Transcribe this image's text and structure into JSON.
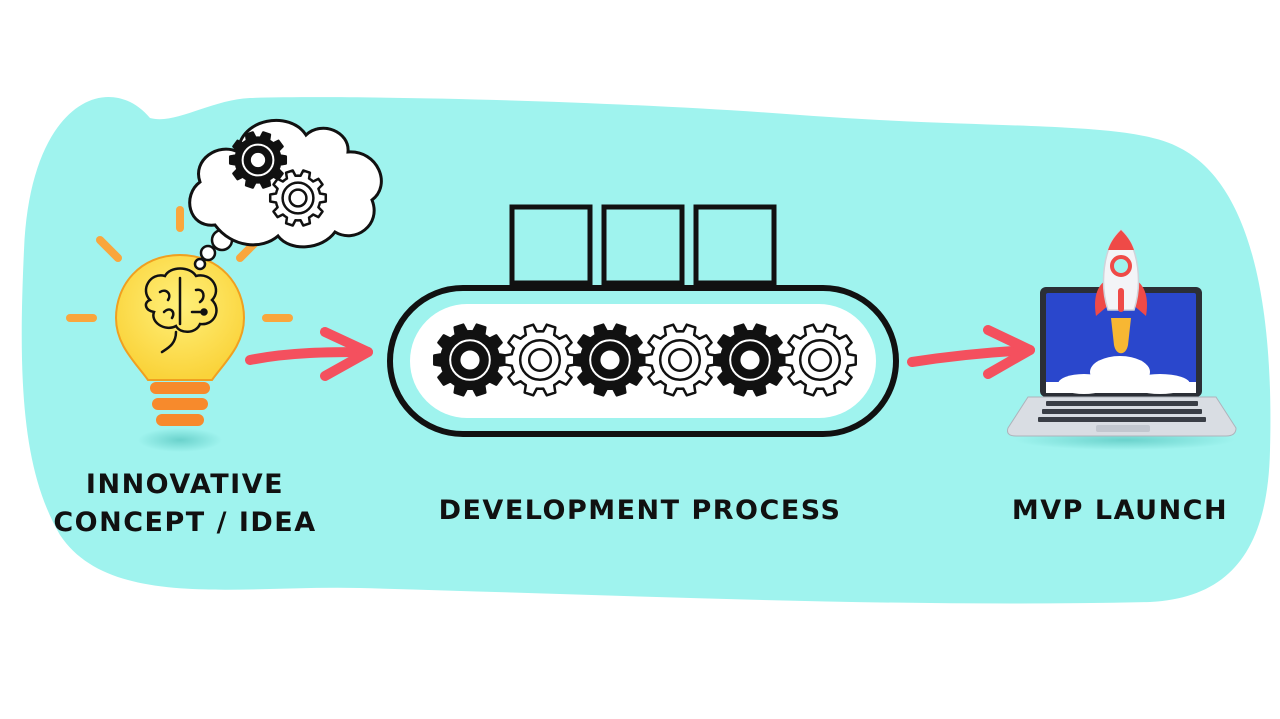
{
  "steps": [
    {
      "id": "idea",
      "label_lines": [
        "INNOVATIVE",
        "CONCEPT / IDEA"
      ],
      "icon": "lightbulb-brain-icon"
    },
    {
      "id": "development",
      "label_lines": [
        "DEVELOPMENT PROCESS"
      ],
      "icon": "conveyor-gears-icon"
    },
    {
      "id": "launch",
      "label_lines": [
        "MVP LAUNCH"
      ],
      "icon": "laptop-rocket-icon"
    }
  ],
  "colors": {
    "background_blob": "#9ff3ee",
    "arrow": "#f4505e",
    "bulb": "#fad33a",
    "bulb_glow": "#fff07a",
    "bulb_base": "#f78a2c",
    "rays": "#f9a63d",
    "outline": "#111111",
    "gear_dark": "#111111",
    "gear_light": "#ffffff",
    "laptop_screen": "#2a47cc",
    "laptop_body": "#d9dde3",
    "rocket_flame": "#f7b733",
    "rocket_fin": "#ef4a47"
  },
  "conveyor": {
    "boxes": 3,
    "gears": [
      "dark",
      "light",
      "dark",
      "light",
      "dark",
      "light"
    ]
  }
}
